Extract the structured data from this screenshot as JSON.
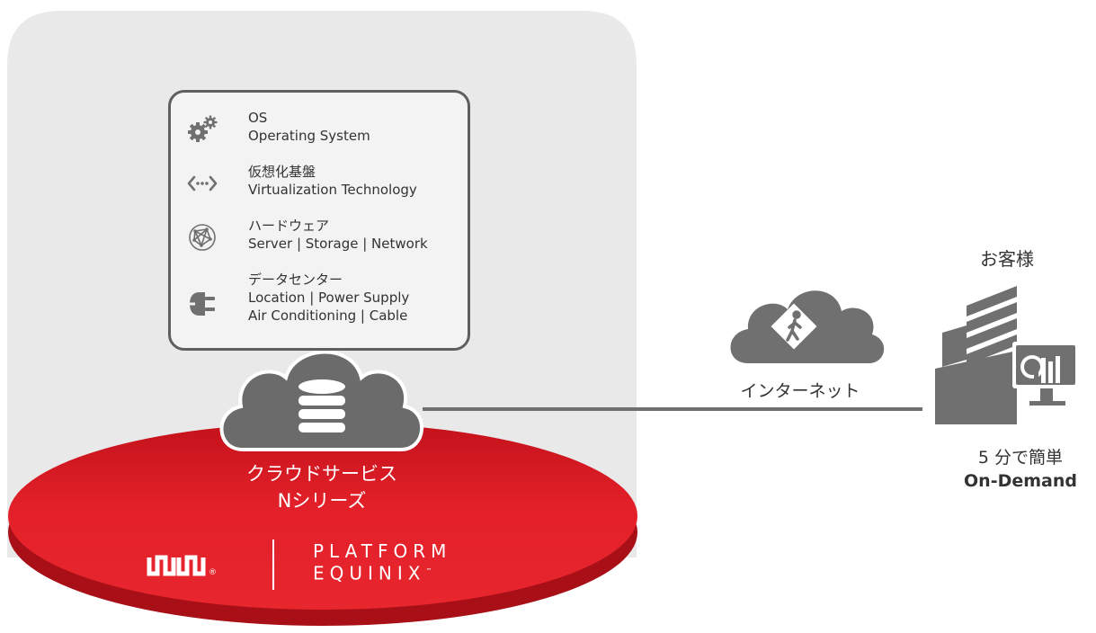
{
  "colors": {
    "panel_bg": "#e9e9ea",
    "platform_red": "#e1232b",
    "icon_gray": "#707070",
    "text": "#333333"
  },
  "stack": [
    {
      "icon": "gears-icon",
      "lines": [
        "OS",
        "Operating System"
      ]
    },
    {
      "icon": "virtualization-icon",
      "lines": [
        "仮想化基盤",
        "Virtualization Technology"
      ]
    },
    {
      "icon": "network-globe-icon",
      "lines": [
        "ハードウェア",
        "Server | Storage | Network"
      ]
    },
    {
      "icon": "power-plug-icon",
      "lines": [
        "データセンター",
        "Location | Power Supply",
        "Air Conditioning | Cable"
      ]
    }
  ],
  "service": {
    "icon": "cloud-database-icon",
    "line1": "クラウドサービス",
    "line2": "Nシリーズ"
  },
  "brand": {
    "logo": "equinix-logo",
    "registered": "®",
    "platform_line1": "PLATFORM",
    "platform_line2": "EQUINIX",
    "trademark": "™"
  },
  "connection": {
    "icon": "cloud-pedestrian-icon",
    "label": "インターネット"
  },
  "customer": {
    "title": "お客様",
    "icon": "building-monitor-icon",
    "line1": "5 分で簡単",
    "line2": "On-Demand"
  }
}
